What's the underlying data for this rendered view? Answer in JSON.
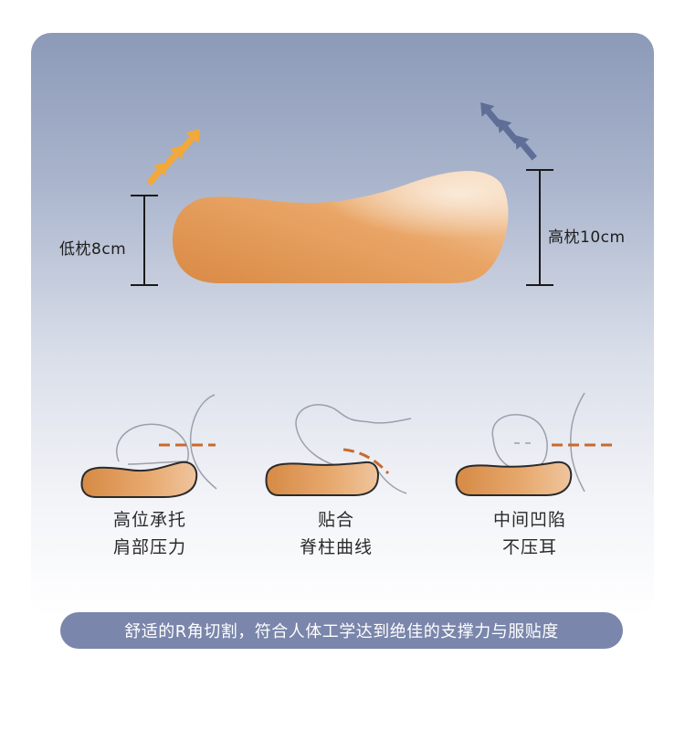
{
  "top": {
    "low_label": "低枕8cm",
    "high_label": "高枕10cm"
  },
  "features": [
    {
      "line1": "高位承托",
      "line2": "肩部压力"
    },
    {
      "line1": "贴合",
      "line2": "脊柱曲线"
    },
    {
      "line1": "中间凹陷",
      "line2": "不压耳"
    }
  ],
  "banner": {
    "text": "舒适的R角切割，符合人体工学达到绝佳的支撑力与服贴度"
  },
  "colors": {
    "pillow": "#e8a15c",
    "low_arrows": "#f2a93a",
    "high_arrows": "#5f6e97",
    "dash": "#c96a2e",
    "banner_bg": "#7a86ab"
  }
}
